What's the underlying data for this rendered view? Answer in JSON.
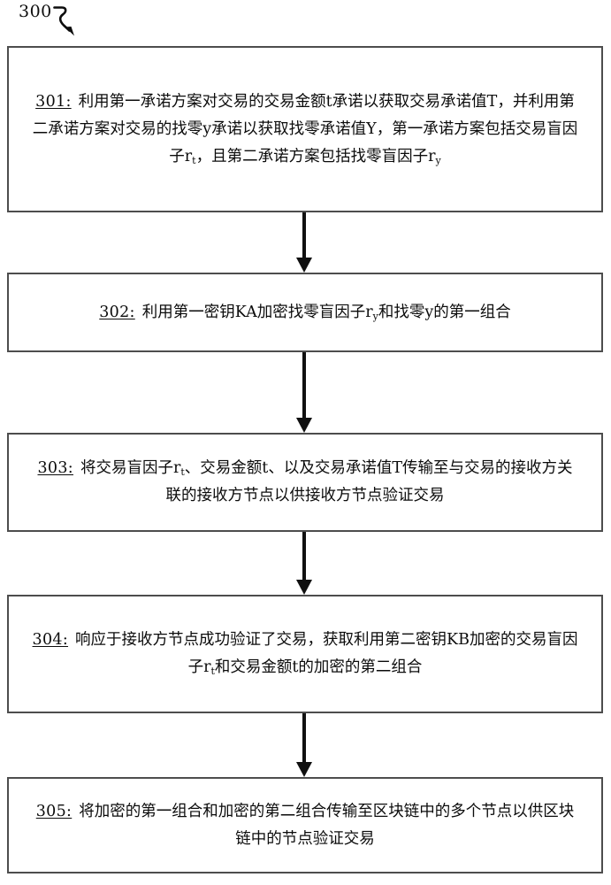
{
  "figure": {
    "label": "300",
    "hook_icon": "curved-arrow-icon"
  },
  "flowchart": {
    "type": "flowchart",
    "orientation": "vertical",
    "border_color": "#4d4d4d",
    "arrow_color": "#101010",
    "background": "#ffffff",
    "steps": [
      {
        "id": "301",
        "number": "301:",
        "text_lines": [
          "利用第一承诺方案对交易的交易金额t承诺以获取交易承诺值T，",
          "并利用第二承诺方案对交易的找零y承诺以获取找零承诺值Y，第一承",
          "诺方案包括交易盲因子r_t，且第二承诺方案包括找零盲因子r_y"
        ],
        "text": "利用第一承诺方案对交易的交易金额t承诺以获取交易承诺值T，并利用第二承诺方案对交易的找零y承诺以获取找零承诺值Y，第一承诺方案包括交易盲因子rt，且第二承诺方案包括找零盲因子ry"
      },
      {
        "id": "302",
        "number": "302:",
        "text_lines": [
          "利用第一密钥KA加密找零盲因子r_y和找零y的第一组合"
        ],
        "text": "利用第一密钥KA加密找零盲因子ry和找零y的第一组合"
      },
      {
        "id": "303",
        "number": "303:",
        "text_lines": [
          "将交易盲因子r_t、交易金额t、以及交易承诺值T传输至与交易的",
          "接收方关联的接收方节点以供接收方节点验证交易"
        ],
        "text": "将交易盲因子rt、交易金额t、以及交易承诺值T传输至与交易的接收方关联的接收方节点以供接收方节点验证交易"
      },
      {
        "id": "304",
        "number": "304:",
        "text_lines": [
          "响应于接收方节点成功验证了交易，获取利用第二密钥KB加密",
          "的交易盲因子r_t和交易金额t的加密的第二组合"
        ],
        "text": "响应于接收方节点成功验证了交易，获取利用第二密钥KB加密的交易盲因子rt和交易金额t的加密的第二组合"
      },
      {
        "id": "305",
        "number": "305:",
        "text_lines": [
          "将加密的第一组合和加密的第二组合传输至区块链中的多个节点",
          "以供区块链中的节点验证交易"
        ],
        "text": "将加密的第一组合和加密的第二组合传输至区块链中的多个节点以供区块链中的节点验证交易"
      }
    ],
    "connectors": [
      {
        "from": "301",
        "to": "302",
        "icon": "down-arrow-icon"
      },
      {
        "from": "302",
        "to": "303",
        "icon": "down-arrow-icon"
      },
      {
        "from": "303",
        "to": "304",
        "icon": "down-arrow-icon"
      },
      {
        "from": "304",
        "to": "305",
        "icon": "down-arrow-icon"
      }
    ]
  }
}
